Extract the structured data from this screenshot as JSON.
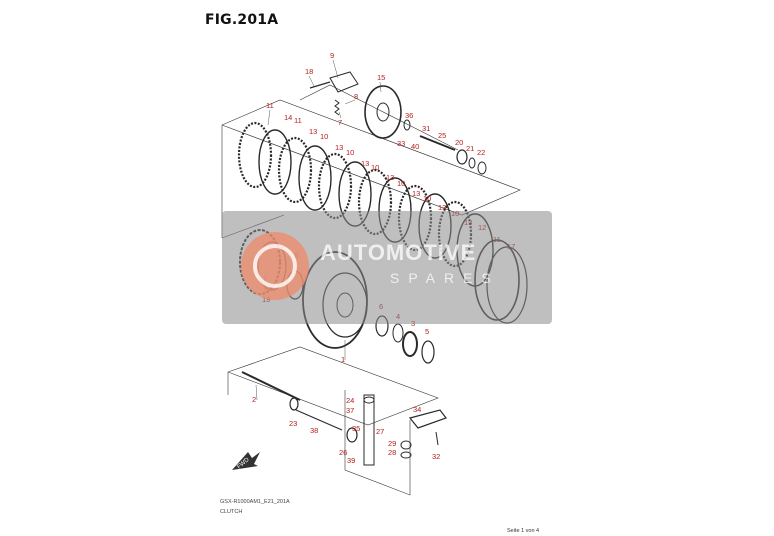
{
  "figure": {
    "title": "FIG.201A",
    "code": "GSX-R1000AM1_E21_201A",
    "name": "CLUTCH",
    "page_label": "Seite 1 von 4",
    "fwd_label": "FWD"
  },
  "watermark": {
    "line1": "AUTOMOTIVE",
    "line2": "SPARES"
  },
  "callouts": [
    "18",
    "9",
    "15",
    "8",
    "7",
    "36",
    "31",
    "25",
    "33",
    "40",
    "20",
    "21",
    "22",
    "11",
    "14",
    "11",
    "13",
    "10",
    "13",
    "10",
    "13",
    "10",
    "13",
    "10",
    "13",
    "10",
    "13",
    "10",
    "13",
    "12",
    "11",
    "17",
    "16",
    "19",
    "6",
    "4",
    "3",
    "5",
    "1",
    "2",
    "23",
    "38",
    "24",
    "37",
    "35",
    "27",
    "26",
    "39",
    "34",
    "29",
    "28",
    "32",
    "30"
  ],
  "colors": {
    "callout": "#b3201d",
    "line": "#333333",
    "watermark_band": "#8a8a8a",
    "watermark_logo": "#f08a6a"
  }
}
